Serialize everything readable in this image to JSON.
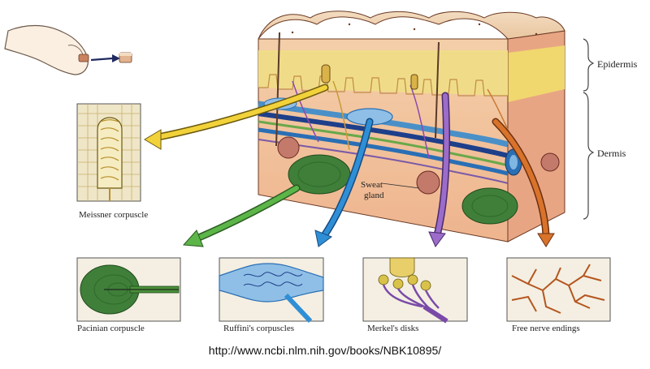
{
  "labels": {
    "epidermis": "Epidermis",
    "dermis": "Dermis",
    "sweat_gland_line1": "Sweat",
    "sweat_gland_line2": "gland",
    "meissner": "Meissner corpuscle",
    "pacinian": "Pacinian corpuscle",
    "ruffini": "Ruffini's corpuscles",
    "merkel": "Merkel's disks",
    "free_nerve": "Free nerve endings"
  },
  "source_url": "http://www.ncbi.nlm.nih.gov/books/NBK10895/",
  "colors": {
    "meissner_arrow": "#f2d23a",
    "pacinian_arrow": "#5cb548",
    "ruffini_arrow": "#2f8fd6",
    "merkel_arrow": "#9b6cc9",
    "free_nerve_arrow": "#d9732b",
    "skin_top": "#e9c9a3",
    "epidermis_band": "#f0dc88",
    "dermis": "#f1c3a0"
  },
  "icons": [
    "finger-icon",
    "skin-sample-icon"
  ]
}
